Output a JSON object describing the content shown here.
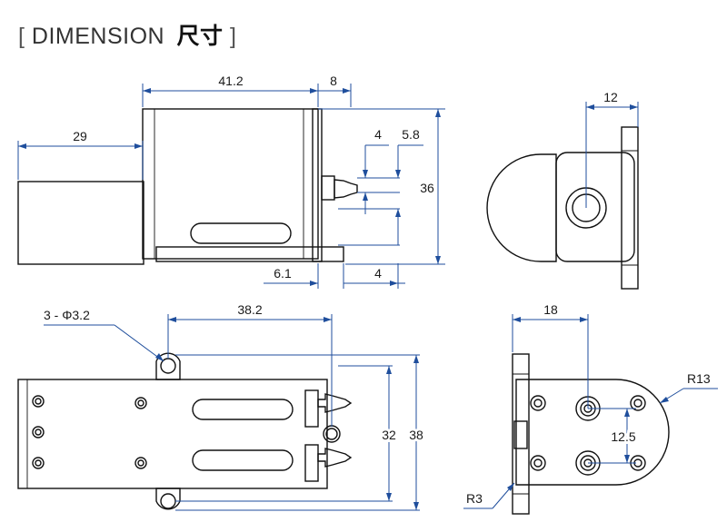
{
  "header": {
    "bracket_open": "[",
    "title_en": "DIMENSION",
    "title_cn": "尺寸",
    "bracket_close": "]"
  },
  "dimensions": {
    "side_total_length": "41.2",
    "side_fitting_offset": "8",
    "side_overhang": "29",
    "side_height": "36",
    "side_fitting_small": "4",
    "side_fitting_pos": "5.8",
    "side_base_offset": "6.1",
    "side_base_small": "4",
    "front_width": "12",
    "top_hole_note": "3 - Φ3.2",
    "top_hole_spacing_x": "38.2",
    "top_hole_spacing_y_inner": "32",
    "top_hole_spacing_y_outer": "38",
    "end_hole_offset": "18",
    "end_radius_large": "R13",
    "end_port_spacing": "12.5",
    "end_radius_small": "R3"
  },
  "colors": {
    "outline": "#111111",
    "dimension_line": "#1f4e9c",
    "text": "#1a1a1a"
  }
}
